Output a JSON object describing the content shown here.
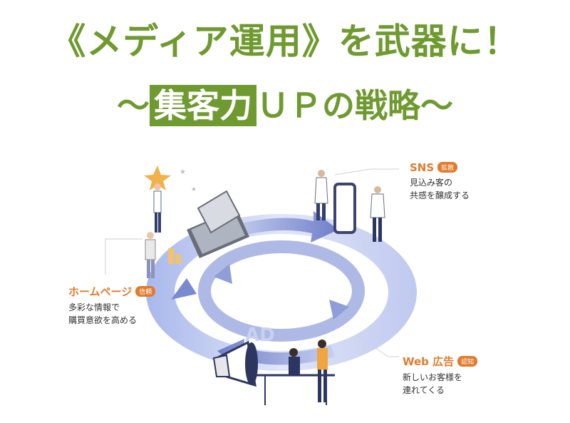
{
  "title": {
    "line1": "《メディア運用》を武器に！",
    "line2_prefix": "～",
    "line2_highlight": "集客力",
    "line2_suffix": "ＵＰの戦略～"
  },
  "labels": {
    "sns": {
      "name": "SNS",
      "badge": "拡散",
      "desc1": "見込み客の",
      "desc2": "共感を醸成する"
    },
    "homepage": {
      "name": "ホームページ",
      "badge": "信頼",
      "desc1": "多彩な情報で",
      "desc2": "購買意欲を高める"
    },
    "web": {
      "name": "Web 広告",
      "badge": "認知",
      "desc1": "新しいお客様を",
      "desc2": "連れてくる"
    }
  },
  "illustration": {
    "ad_text": "AD"
  },
  "colors": {
    "brand_green": "#6f9a2f",
    "accent_orange": "#e17b2d",
    "cycle_blue": "#6f7fc8"
  }
}
